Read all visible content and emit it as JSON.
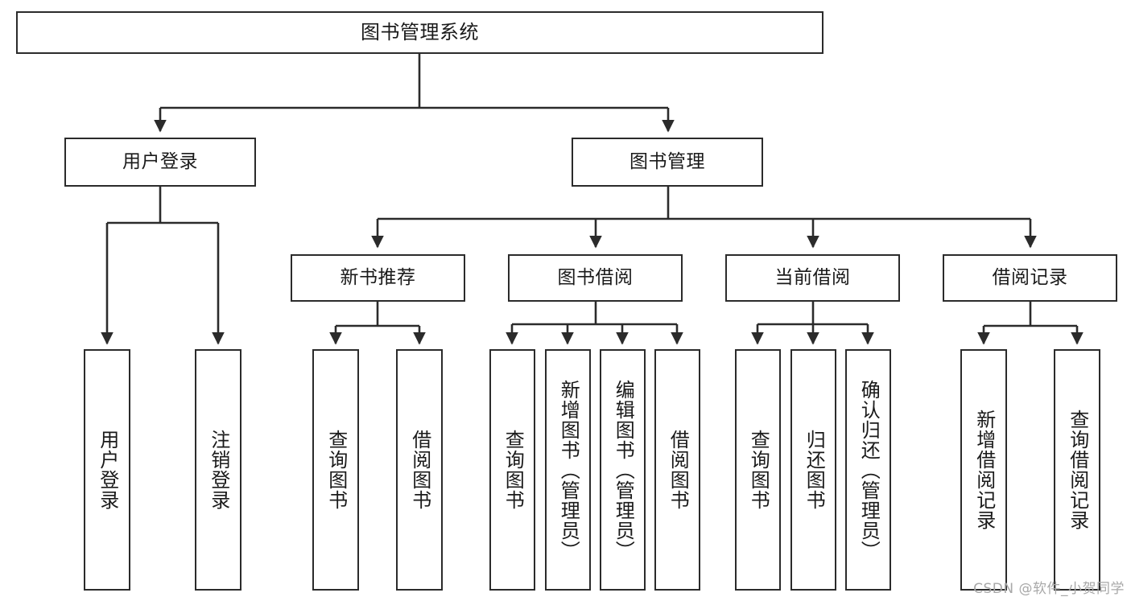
{
  "diagram": {
    "title": "图书管理系统",
    "watermark": "CSDN @软件_小贺同学",
    "line_color": "#2b2b2b",
    "box_border_color": "#2b2b2b",
    "box_fill_color": "#ffffff",
    "text_color": "#1a1a1a",
    "watermark_color": "#a8a8a8"
  },
  "nodes": {
    "root": {
      "label": "图书管理系统"
    },
    "level2": [
      {
        "label": "用户登录"
      },
      {
        "label": "图书管理"
      }
    ],
    "level3": [
      {
        "label": "新书推荐"
      },
      {
        "label": "图书借阅"
      },
      {
        "label": "当前借阅"
      },
      {
        "label": "借阅记录"
      }
    ],
    "leaves": {
      "user_login": [
        {
          "label": "用户登录"
        },
        {
          "label": "注销登录"
        }
      ],
      "new_book_recommend": [
        {
          "label": "查询图书"
        },
        {
          "label": "借阅图书"
        }
      ],
      "book_borrow": [
        {
          "label": "查询图书"
        },
        {
          "label": "新增图书（管理员）"
        },
        {
          "label": "编辑图书（管理员）"
        },
        {
          "label": "借阅图书"
        }
      ],
      "current_borrow": [
        {
          "label": "查询图书"
        },
        {
          "label": "归还图书"
        },
        {
          "label": "确认归还（管理员）"
        }
      ],
      "borrow_record": [
        {
          "label": "新增借阅记录"
        },
        {
          "label": "查询借阅记录"
        }
      ]
    }
  }
}
